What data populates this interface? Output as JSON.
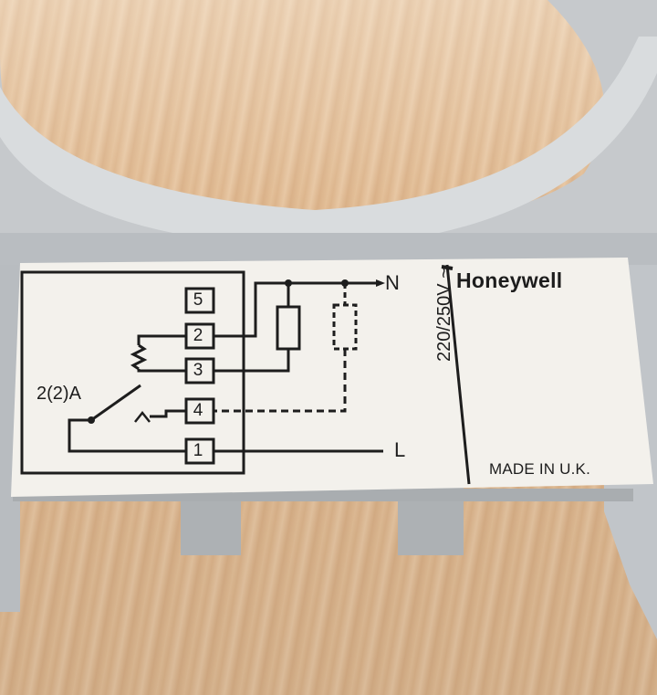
{
  "label": {
    "brand": "Honeywell",
    "made_in": "MADE IN U.K.",
    "rating": "2(2)A",
    "voltage": "220/250V ~",
    "line_neutral": "N",
    "line_live": "L",
    "terminals": [
      "5",
      "2",
      "3",
      "4",
      "1"
    ]
  },
  "colors": {
    "wood": "#e0b990",
    "housing": "#c9cccf",
    "label_paper": "#f3f1ec",
    "ink": "#1d1d1d"
  }
}
